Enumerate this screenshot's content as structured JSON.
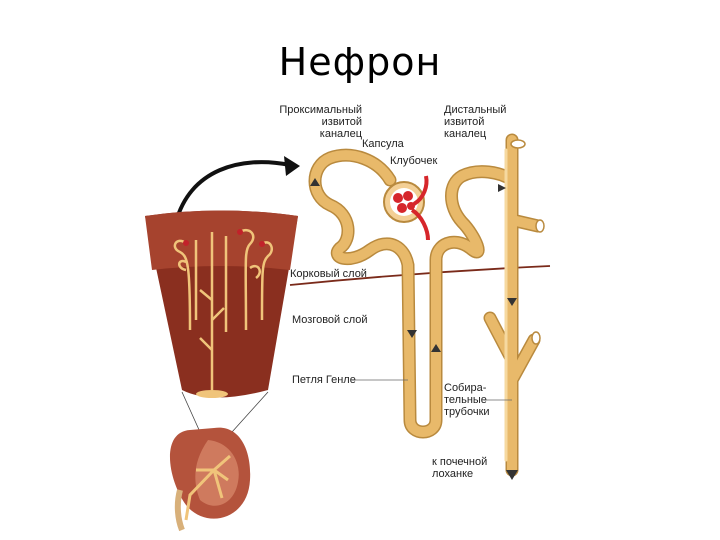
{
  "slide": {
    "title": "Нефрон"
  },
  "labels": {
    "proximal_1": "Проксимальный",
    "proximal_2": "извитой",
    "proximal_3": "каналец",
    "capsule": "Капсула",
    "glomerulus": "Клубочек",
    "distal_1": "Дистальный",
    "distal_2": "извитой",
    "distal_3": "каналец",
    "cortex": "Корковый слой",
    "medulla": "Мозговой слой",
    "loop": "Петля Генле",
    "collecting_1": "Собира-",
    "collecting_2": "тельные",
    "collecting_3": "трубочки",
    "pelvis_1": "к почечной",
    "pelvis_2": "лоханке"
  },
  "colors": {
    "tubule": "#e8b96a",
    "tubule_outline": "#b98a3e",
    "cortex_tissue": "#a6432e",
    "medulla_tissue": "#8a2f1f",
    "kidney": "#b4533c",
    "boundary_line": "#7a2a1a",
    "arrow": "#111111",
    "glomerulus": "#d6262b"
  }
}
